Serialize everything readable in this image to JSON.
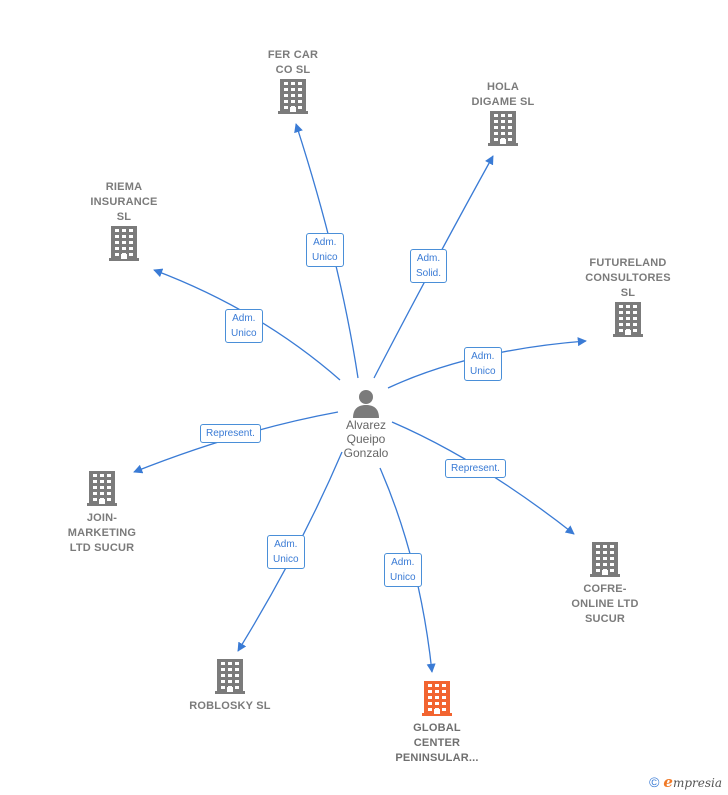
{
  "colors": {
    "edge": "#3a7bd5",
    "node_icon": "#7b7b7b",
    "highlight_icon": "#f26430"
  },
  "center": {
    "label": "Alvarez\nQueipo\nGonzalo",
    "icon": "person-icon"
  },
  "nodes": [
    {
      "id": "fer-car",
      "label": "FER CAR\nCO  SL",
      "highlight": false
    },
    {
      "id": "hola-digame",
      "label": "HOLA\nDIGAME  SL",
      "highlight": false
    },
    {
      "id": "riema",
      "label": "RIEMA\nINSURANCE\nSL",
      "highlight": false
    },
    {
      "id": "futureland",
      "label": "FUTURELAND\nCONSULTORES\nSL",
      "highlight": false
    },
    {
      "id": "join-marketing",
      "label": "JOIN-\nMARKETING\nLTD SUCUR",
      "highlight": false
    },
    {
      "id": "cofre-online",
      "label": "COFRE-\nONLINE LTD\nSUCUR",
      "highlight": false
    },
    {
      "id": "roblosky",
      "label": "ROBLOSKY SL",
      "highlight": false
    },
    {
      "id": "global-center",
      "label": "GLOBAL\nCENTER\nPENINSULAR...",
      "highlight": true
    }
  ],
  "edges": [
    {
      "to": "fer-car",
      "label": "Adm.\nUnico"
    },
    {
      "to": "hola-digame",
      "label": "Adm.\nSolid."
    },
    {
      "to": "riema",
      "label": "Adm.\nUnico"
    },
    {
      "to": "futureland",
      "label": "Adm.\nUnico"
    },
    {
      "to": "join-marketing",
      "label": "Represent."
    },
    {
      "to": "cofre-online",
      "label": "Represent."
    },
    {
      "to": "roblosky",
      "label": "Adm.\nUnico"
    },
    {
      "to": "global-center",
      "label": "Adm.\nUnico"
    }
  ],
  "footer": {
    "copyright_symbol": "©",
    "brand_initial": "e",
    "brand_rest": "mpresia"
  }
}
